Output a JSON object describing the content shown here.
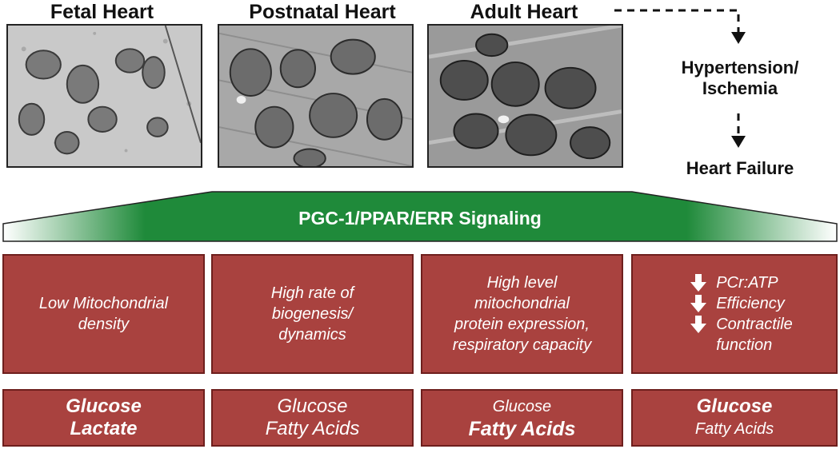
{
  "stages": [
    {
      "title": "Fetal Heart"
    },
    {
      "title": "Postnatal Heart"
    },
    {
      "title": "Adult Heart"
    }
  ],
  "outcomes": {
    "hypertension_line1": "Hypertension/",
    "hypertension_line2": "Ischemia",
    "heart_failure": "Heart Failure"
  },
  "signaling": {
    "label": "PGC-1/PPAR/ERR Signaling",
    "colors": {
      "green": "#1f8a3a",
      "light": "#e9f3ea"
    }
  },
  "descriptions": {
    "fetal": [
      "Low Mitochondrial",
      "density"
    ],
    "postnatal": [
      "High rate of",
      "biogenesis/",
      "dynamics"
    ],
    "adult": [
      "High level",
      "mitochondrial",
      "protein expression,",
      "respiratory capacity"
    ],
    "failure": [
      {
        "icon": "down-arrow-icon",
        "text": "PCr:ATP"
      },
      {
        "icon": "down-arrow-icon",
        "text": "Efficiency"
      },
      {
        "icon": "down-arrow-icon",
        "text": "Contractile"
      },
      {
        "icon": "",
        "text": "function"
      }
    ]
  },
  "fuels": {
    "fetal": [
      "Glucose",
      "Lactate"
    ],
    "postnatal": [
      "Glucose",
      "Fatty Acids"
    ],
    "adult": [
      "Glucose",
      "Fatty Acids"
    ],
    "failure": [
      "Glucose",
      "Fatty Acids"
    ]
  },
  "box_color": "#a9423f"
}
